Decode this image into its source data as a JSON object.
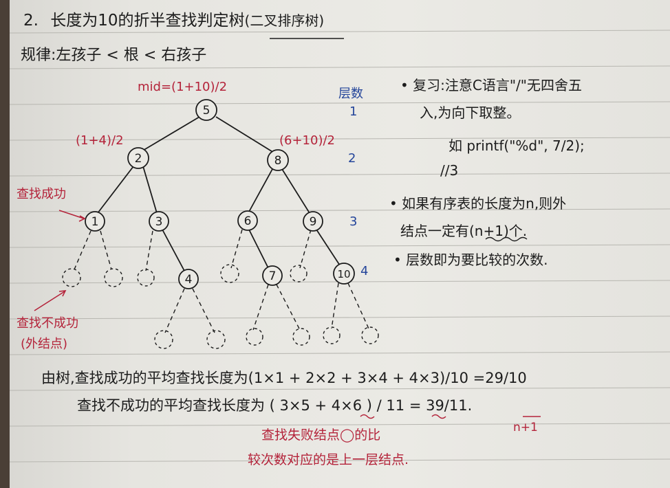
{
  "title": {
    "number": "2.",
    "main": "长度为10的折半查找判定树",
    "sub": "(二叉排序树)"
  },
  "rule": {
    "text": "规律:左孩子 < 根 < 右孩子"
  },
  "formulas": {
    "mid": "mid=(1+10)/2",
    "left": "(1+4)/2",
    "right": "(6+10)/2"
  },
  "levels": {
    "header": "层数",
    "values": [
      "1",
      "2",
      "3",
      "4"
    ]
  },
  "nodes": {
    "root": "5",
    "l2_left": "2",
    "l2_right": "8",
    "l3_a": "1",
    "l3_b": "3",
    "l3_c": "6",
    "l3_d": "9",
    "l4_a": "4",
    "l4_b": "7",
    "l4_c": "10"
  },
  "labels": {
    "success": "查找成功",
    "failure_line1": "查找不成功",
    "failure_line2": "(外结点)"
  },
  "notes": {
    "note1_line1": "• 复习:注意C语言\"/\"无四舍五",
    "note1_line2": "入,为向下取整。",
    "note1_line3": "如 printf(\"%d\", 7/2);",
    "note1_line4": "//3",
    "note2_line1": "• 如果有序表的长度为n,则外",
    "note2_line2": "结点一定有(n+1)个.",
    "note3": "• 层数即为要比较的次数."
  },
  "bottom": {
    "line1": "由树,查找成功的平均查找长度为(1×1 + 2×2 + 3×4 + 4×3)/10 =29/10",
    "line2": "查找不成功的平均查找长度为 ( 3×5 + 4×6 ) / 11 = 39/11.",
    "nplus1": "n+1",
    "red_note_line1": "查找失败结点◯的比",
    "red_note_line2": "较次数对应的是上一层结点."
  },
  "colors": {
    "ink": "#1c1c1c",
    "red": "#b4233a",
    "blue": "#24459a",
    "paper": "#e8e7e2"
  }
}
